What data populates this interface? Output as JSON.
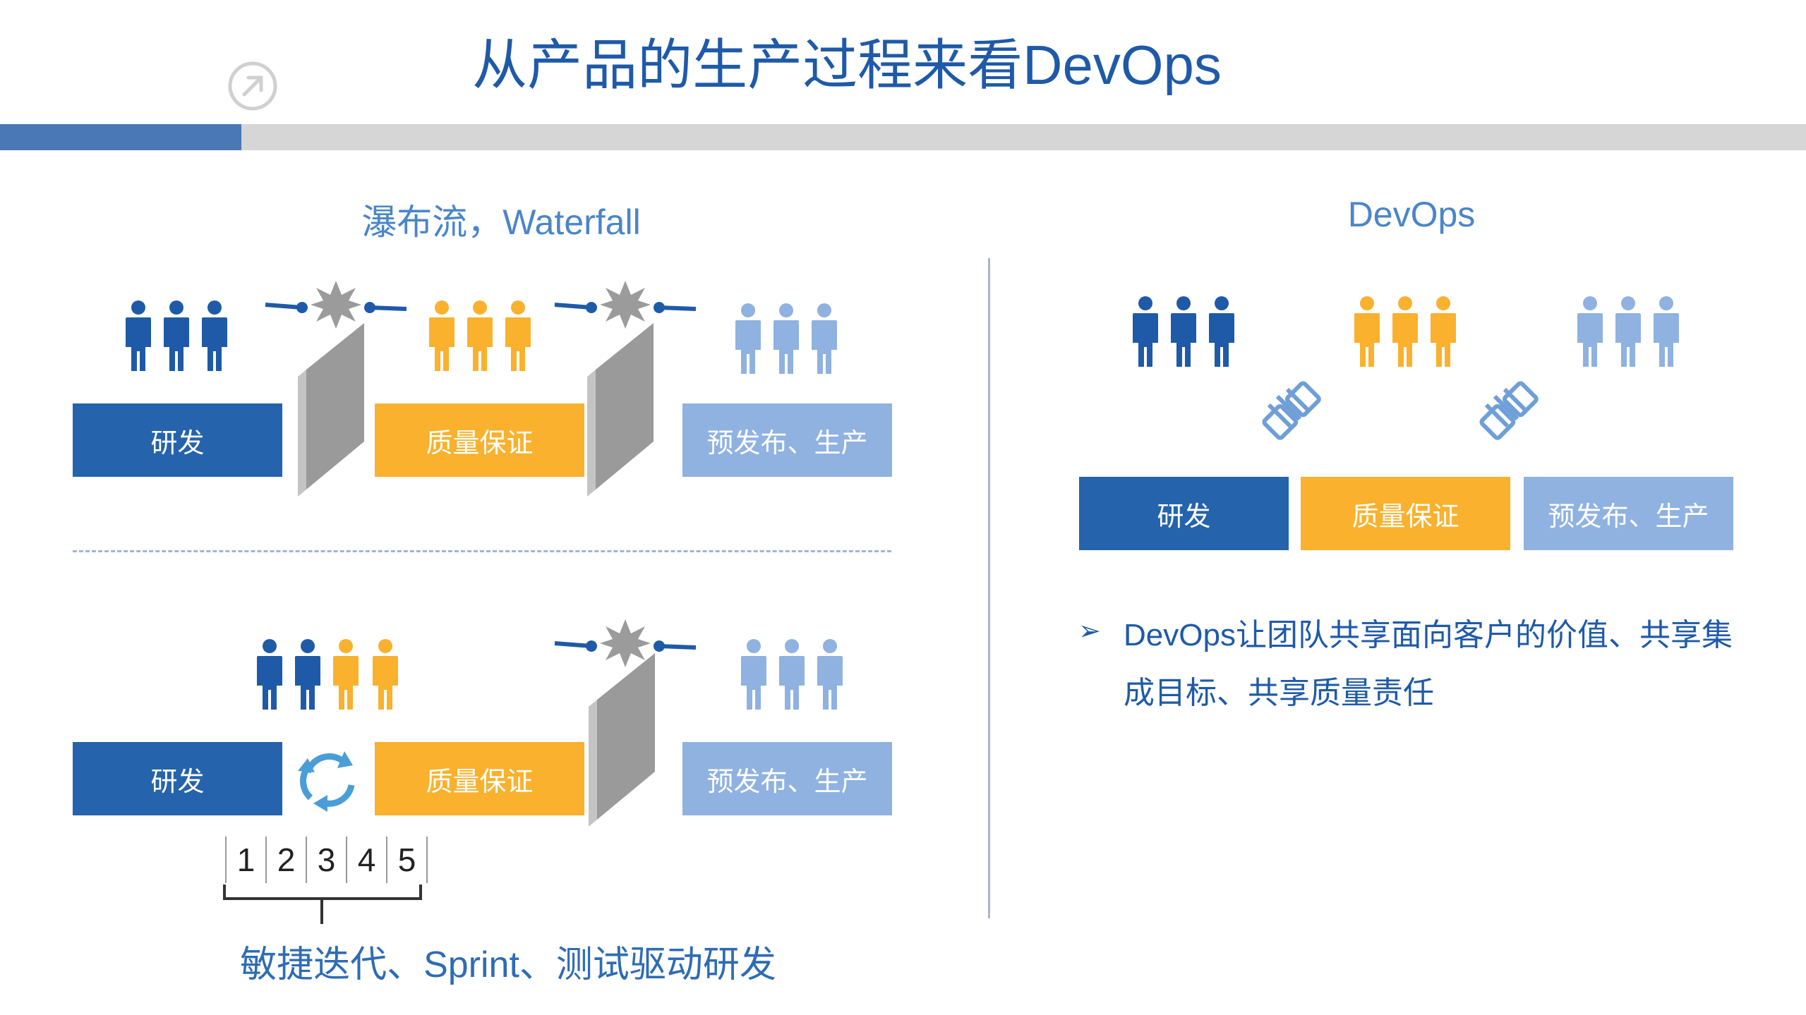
{
  "title": "从产品的生产过程来看DevOps",
  "colors": {
    "dev": "#2563ac",
    "qa": "#f9b12e",
    "prod": "#8fb2e0",
    "accent": "#4a78b6",
    "wall": "#9a9a9a"
  },
  "waterfall": {
    "title": "瀑布流，Waterfall",
    "stages": [
      "研发",
      "质量保证",
      "预发布、生产"
    ]
  },
  "agile": {
    "stages": [
      "研发",
      "质量保证",
      "预发布、生产"
    ],
    "sprints": [
      "1",
      "2",
      "3",
      "4",
      "5"
    ],
    "caption": "敏捷迭代、Sprint、测试驱动研发"
  },
  "devops": {
    "title": "DevOps",
    "stages": [
      "研发",
      "质量保证",
      "预发布、生产"
    ],
    "bullet": "DevOps让团队共享面向客户的价值、共享集成目标、共享质量责任"
  },
  "icons": [
    "link-arrow-icon",
    "people-icon",
    "conflict-icon",
    "wall-icon",
    "cycle-icon",
    "handshake-icon",
    "bullet-arrow-icon",
    "brace-icon"
  ]
}
